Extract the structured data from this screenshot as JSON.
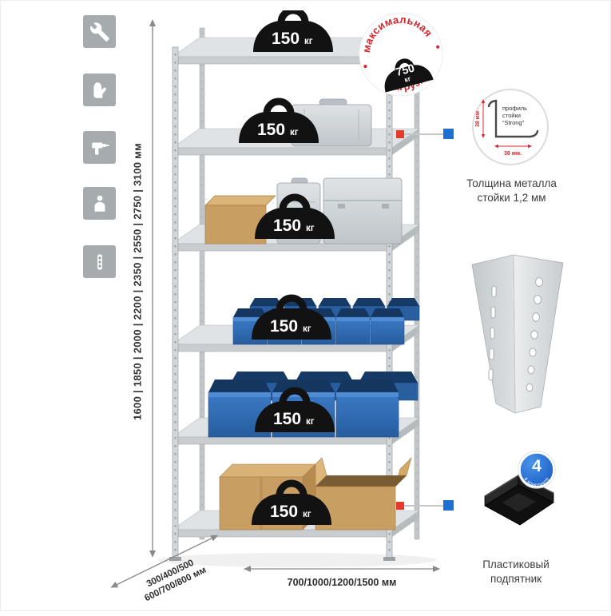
{
  "colors": {
    "accent_red": "#d8232a",
    "accent_blue": "#1f6fd2",
    "bin_blue": "#2f6db5",
    "metal_gray": "#cfd3d6",
    "cardboard": "#c99e62",
    "icon_gray": "#a6abae"
  },
  "left_icons": [
    {
      "name": "wrench-icon"
    },
    {
      "name": "gloves-icon"
    },
    {
      "name": "drill-icon"
    },
    {
      "name": "person-icon"
    },
    {
      "name": "level-icon"
    }
  ],
  "height_dimension": {
    "label": "1600 | 1850 | 2000 | 2200 | 2350 | 2550 | 2750 | 3100 мм"
  },
  "shelf_load": {
    "value": "150",
    "unit": "кг"
  },
  "max_load_stamp": {
    "arc_top": "максимальная",
    "arc_bottom": "нагрузка",
    "value": "750",
    "unit": "кг"
  },
  "profile_detail": {
    "dim_vertical": "38 мм",
    "dim_horizontal": "38 мм.",
    "label_line1": "профиль",
    "label_line2": "стойки",
    "label_line3": "“Strong”",
    "caption_line1": "Толщина металла",
    "caption_line2": "стойки 1,2 мм"
  },
  "foot_detail": {
    "badge_value": "4",
    "badge_text": "в комплекте",
    "caption_line1": "Пластиковый",
    "caption_line2": "подпятник"
  },
  "bottom_dimensions": {
    "depth_line1": "300/400/500",
    "depth_line2": "600/700/800 мм",
    "width": "700/1000/1200/1500 мм"
  }
}
